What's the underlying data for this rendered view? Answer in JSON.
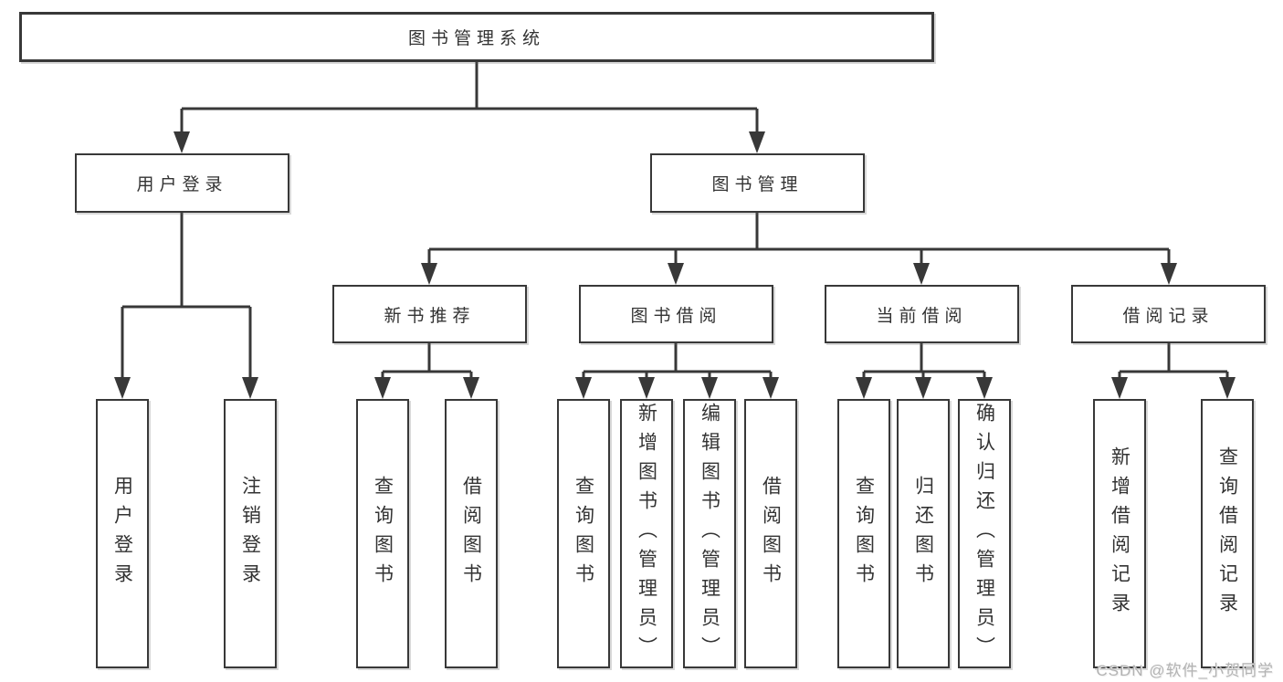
{
  "diagram": {
    "type": "tree-structure-chart",
    "nodes": {
      "root": "图书管理系统",
      "user_login": "用户登录",
      "book_mgmt": "图书管理",
      "new_book_rec": "新书推荐",
      "book_borrow": "图书借阅",
      "current_borrow": "当前借阅",
      "borrow_records": "借阅记录",
      "g1_user_login": "用户登录",
      "g1_logout": "注销登录",
      "g2_query_book": "查询图书",
      "g2_borrow_book": "借阅图书",
      "g3_query_book": "查询图书",
      "g3_add_book": "新增图书（管理员）",
      "g3_edit_book": "编辑图书（管理员）",
      "g3_borrow_book": "借阅图书",
      "g4_query_book": "查询图书",
      "g4_return_book": "归还图书",
      "g4_confirm_return": "确认归还（管理员）",
      "g5_add_record": "新增借阅记录",
      "g5_query_record": "查询借阅记录"
    },
    "hierarchy": {
      "图书管理系统": {
        "用户登录": [
          "用户登录",
          "注销登录"
        ],
        "图书管理": {
          "新书推荐": [
            "查询图书",
            "借阅图书"
          ],
          "图书借阅": [
            "查询图书",
            "新增图书（管理员）",
            "编辑图书（管理员）",
            "借阅图书"
          ],
          "当前借阅": [
            "查询图书",
            "归还图书",
            "确认归还（管理员）"
          ],
          "借阅记录": [
            "新增借阅记录",
            "查询借阅记录"
          ]
        }
      }
    },
    "colors": {
      "line": "#383838",
      "box_border": "#383838",
      "text": "#333333",
      "background": "#ffffff",
      "watermark": "#b3b3b3"
    }
  },
  "watermark": {
    "text": "CSDN @软件_小贺同学"
  }
}
